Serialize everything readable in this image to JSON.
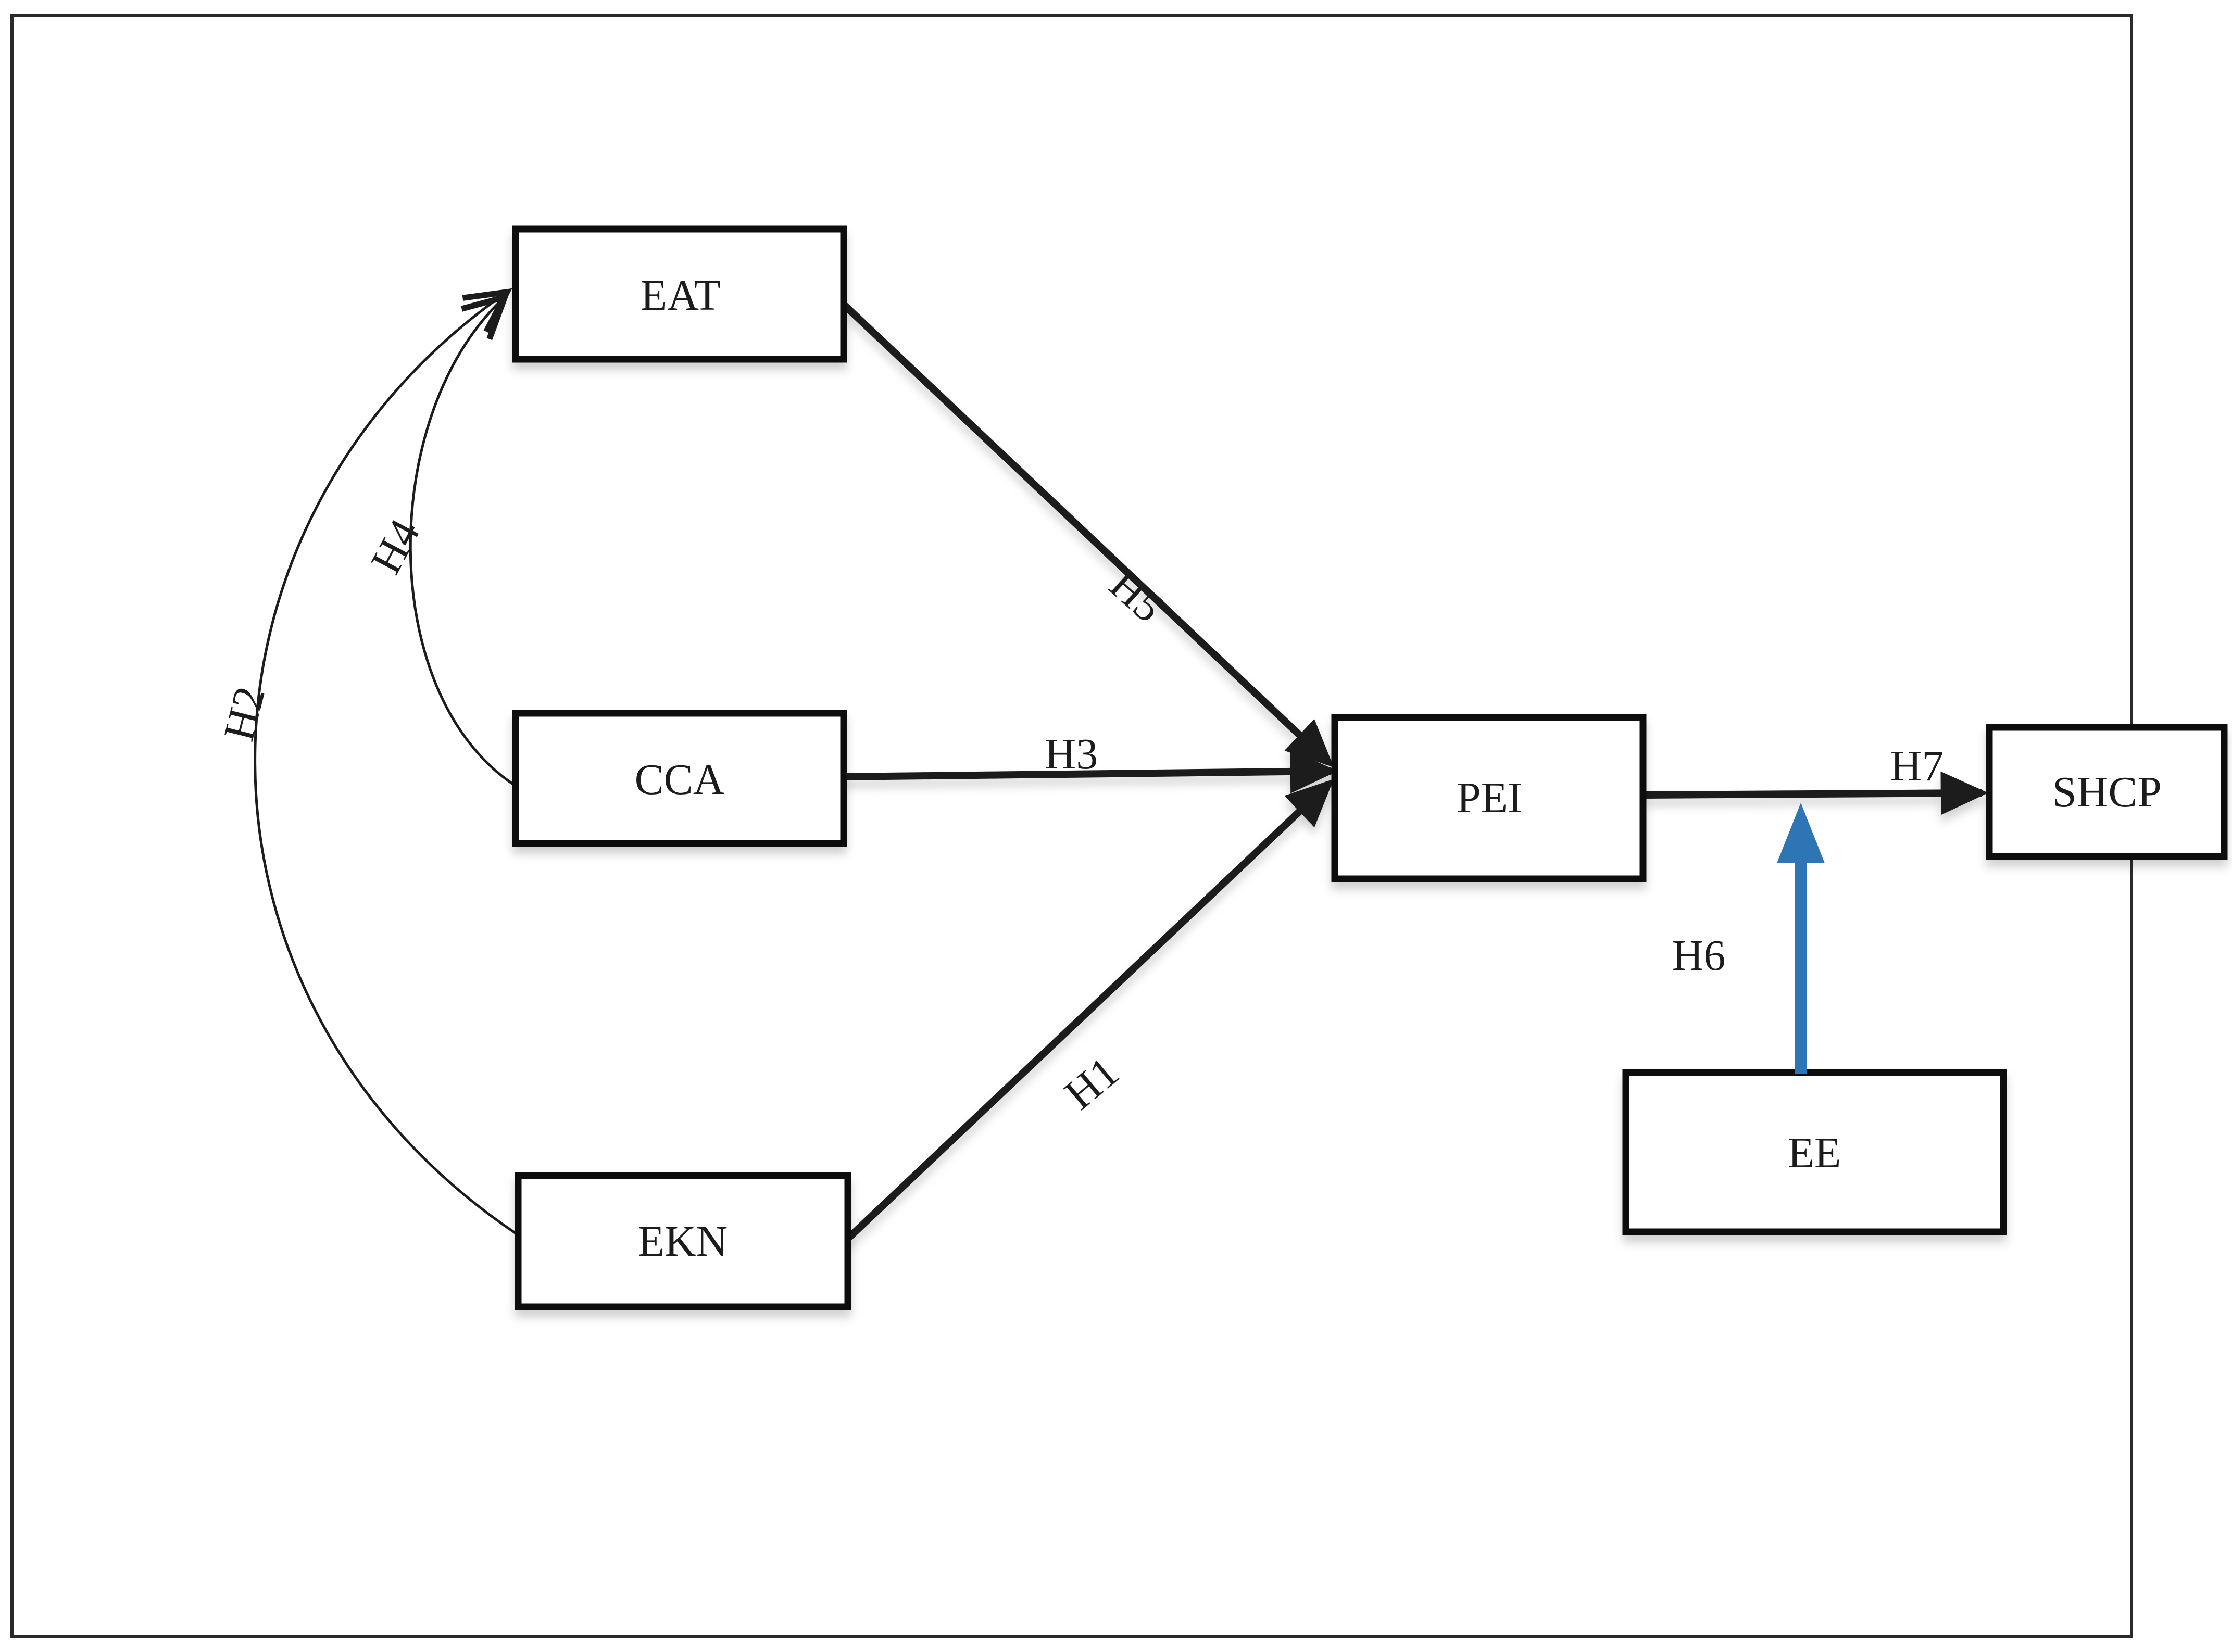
{
  "figure": {
    "type": "structural-path-model-diagram",
    "background_color": "#ffffff",
    "line_color": "#1c1c1c",
    "moderator_arrow_color": "#2E75B6",
    "constructs": [
      {
        "id": "EAT",
        "label": "EAT"
      },
      {
        "id": "CCA",
        "label": "CCA"
      },
      {
        "id": "EKN",
        "label": "EKN"
      },
      {
        "id": "PEI",
        "label": "PEI"
      },
      {
        "id": "SHCP",
        "label": "SHCP"
      },
      {
        "id": "EE",
        "label": "EE"
      }
    ],
    "paths": [
      {
        "id": "H1",
        "label": "H1",
        "from": "EKN",
        "to": "PEI",
        "style": "straight-thick-black"
      },
      {
        "id": "H2",
        "label": "H2",
        "from": "EKN",
        "to": "EAT",
        "style": "curved-thin-black"
      },
      {
        "id": "H3",
        "label": "H3",
        "from": "CCA",
        "to": "PEI",
        "style": "straight-thick-black"
      },
      {
        "id": "H4",
        "label": "H4",
        "from": "CCA",
        "to": "EAT",
        "style": "curved-thin-black"
      },
      {
        "id": "H5",
        "label": "H5",
        "from": "EAT",
        "to": "PEI",
        "style": "straight-thick-black"
      },
      {
        "id": "H6",
        "label": "H6",
        "from": "EE",
        "to": "PEI-SHCP-path",
        "style": "straight-thick-blue-moderation"
      },
      {
        "id": "H7",
        "label": "H7",
        "from": "PEI",
        "to": "SHCP",
        "style": "straight-thick-black"
      }
    ]
  }
}
